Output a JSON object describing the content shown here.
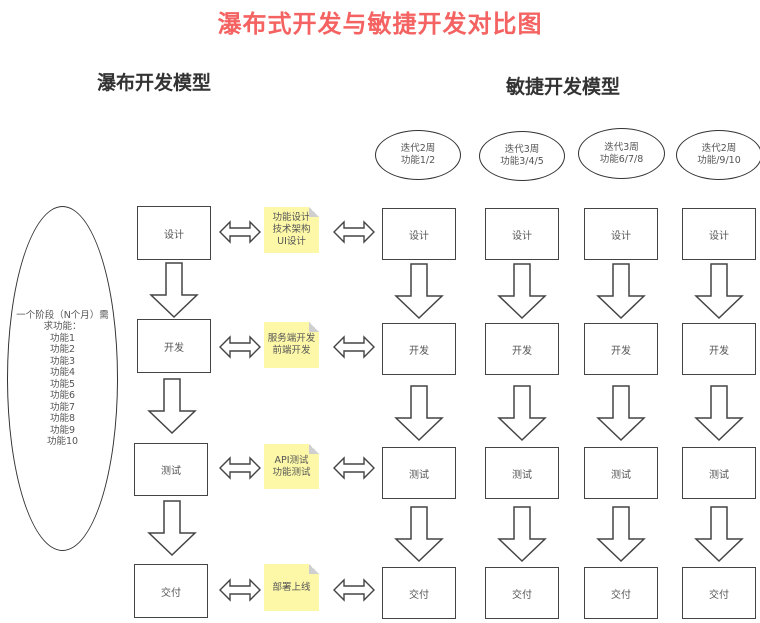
{
  "title": "瀑布式开发与敏捷开发对比图",
  "title_color": "#f46262",
  "waterfall": {
    "heading": "瀑布开发模型",
    "requirements": "一个阶段（N个月）需求功能：\n功能1\n功能2\n功能3\n功能4\n功能5\n功能6\n功能7\n功能8\n功能9\n功能10",
    "stages": [
      "设计",
      "开发",
      "测试",
      "交付"
    ]
  },
  "notes": [
    "功能设计\n技术架构\nUI设计",
    "服务端开发\n前端开发",
    "API测试\n功能测试",
    "部署上线"
  ],
  "agile": {
    "heading": "敏捷开发模型",
    "iterations": [
      {
        "label": "迭代2周\n功能1/2",
        "stages": [
          "设计",
          "开发",
          "测试",
          "交付"
        ]
      },
      {
        "label": "迭代3周\n功能3/4/5",
        "stages": [
          "设计",
          "开发",
          "测试",
          "交付"
        ]
      },
      {
        "label": "迭代3周\n功能6/7/8",
        "stages": [
          "设计",
          "开发",
          "测试",
          "交付"
        ]
      },
      {
        "label": "迭代2周\n功能/9/10",
        "stages": [
          "设计",
          "开发",
          "测试",
          "交付"
        ]
      }
    ]
  },
  "note_color": "#fdf8a8"
}
